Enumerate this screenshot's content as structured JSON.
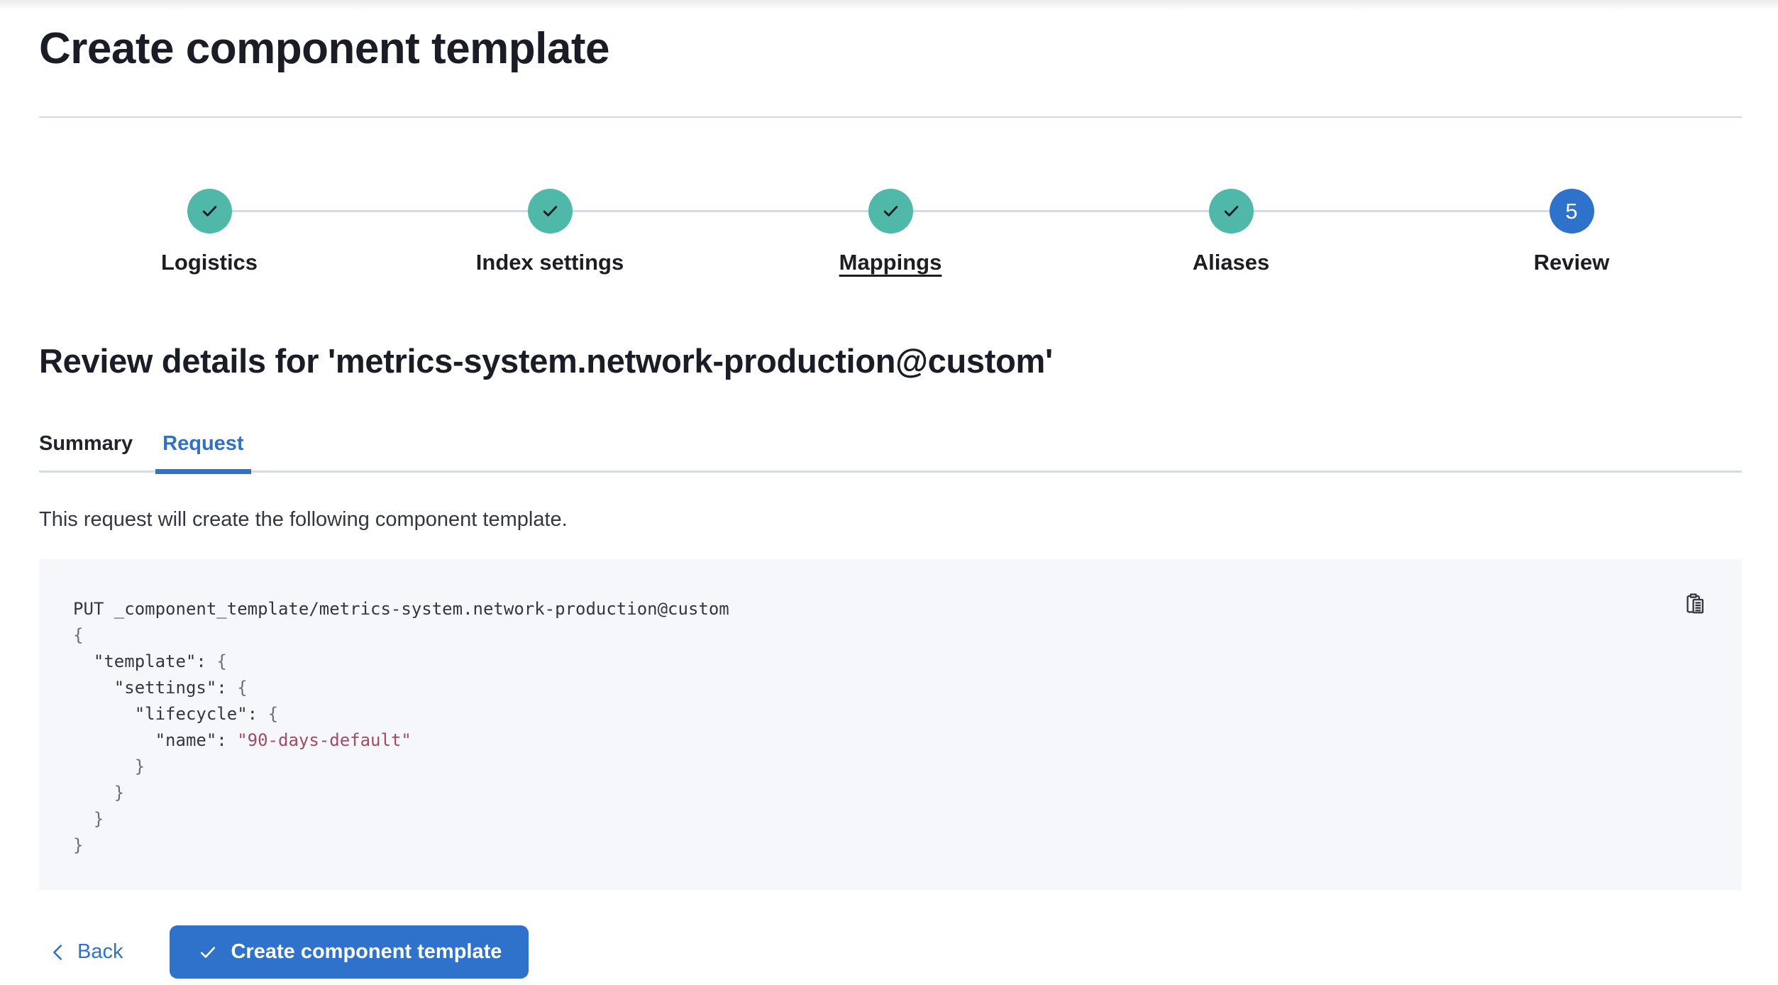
{
  "page": {
    "title": "Create component template",
    "review_heading": "Review details for 'metrics-system.network-production@custom'",
    "request_description": "This request will create the following component template."
  },
  "stepper": {
    "steps": [
      {
        "label": "Logistics",
        "status": "complete",
        "icon": "check-icon"
      },
      {
        "label": "Index settings",
        "status": "complete",
        "icon": "check-icon"
      },
      {
        "label": "Mappings",
        "status": "complete",
        "icon": "check-icon",
        "underlined": true
      },
      {
        "label": "Aliases",
        "status": "complete",
        "icon": "check-icon"
      },
      {
        "label": "Review",
        "status": "current",
        "number": "5"
      }
    ]
  },
  "tabs": [
    {
      "label": "Summary",
      "active": false
    },
    {
      "label": "Request",
      "active": true
    }
  ],
  "code_block": {
    "copy_icon": "copy-clipboard-icon",
    "lines": [
      [
        {
          "t": "PUT _component_template/metrics-system.network-production@custom",
          "c": "plain"
        }
      ],
      [
        {
          "t": "{",
          "c": "punct"
        }
      ],
      [
        {
          "t": "  ",
          "c": "plain"
        },
        {
          "t": "\"template\"",
          "c": "key"
        },
        {
          "t": ": ",
          "c": "plain"
        },
        {
          "t": "{",
          "c": "punct"
        }
      ],
      [
        {
          "t": "    ",
          "c": "plain"
        },
        {
          "t": "\"settings\"",
          "c": "key"
        },
        {
          "t": ": ",
          "c": "plain"
        },
        {
          "t": "{",
          "c": "punct"
        }
      ],
      [
        {
          "t": "      ",
          "c": "plain"
        },
        {
          "t": "\"lifecycle\"",
          "c": "key"
        },
        {
          "t": ": ",
          "c": "plain"
        },
        {
          "t": "{",
          "c": "punct"
        }
      ],
      [
        {
          "t": "        ",
          "c": "plain"
        },
        {
          "t": "\"name\"",
          "c": "key"
        },
        {
          "t": ": ",
          "c": "plain"
        },
        {
          "t": "\"90-days-default\"",
          "c": "string"
        }
      ],
      [
        {
          "t": "      }",
          "c": "punct"
        }
      ],
      [
        {
          "t": "    }",
          "c": "punct"
        }
      ],
      [
        {
          "t": "  }",
          "c": "punct"
        }
      ],
      [
        {
          "t": "}",
          "c": "punct"
        }
      ]
    ]
  },
  "footer": {
    "back_label": "Back",
    "create_label": "Create component template"
  },
  "colors": {
    "success_teal": "#4FB8A8",
    "primary_blue": "#2E72CC",
    "text": "#343741",
    "heading": "#1A1D26",
    "divider": "#D3DAE6",
    "code_background": "#F6F7FA",
    "code_punctuation": "#69707D",
    "code_string": "#A34A63"
  }
}
